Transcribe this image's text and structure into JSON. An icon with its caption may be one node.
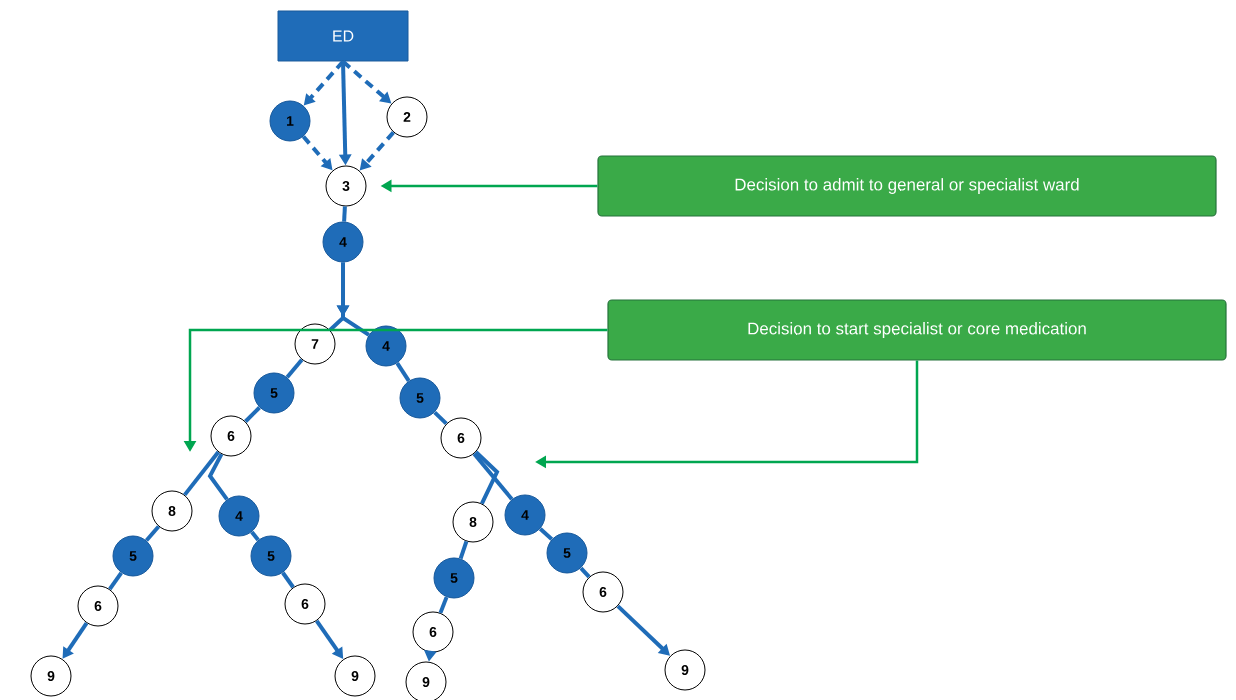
{
  "diagram": {
    "nodes": [
      {
        "text": [
          "ED"
        ]
      },
      {
        "text": [
          "1"
        ]
      },
      {
        "text": [
          "2"
        ]
      },
      {
        "text": [
          "3"
        ]
      },
      {
        "text": [
          "4"
        ]
      },
      {
        "text": [
          "7"
        ]
      },
      {
        "text": [
          "4"
        ]
      },
      {
        "text": [
          "5"
        ]
      },
      {
        "text": [
          "5"
        ]
      },
      {
        "text": [
          "6"
        ]
      },
      {
        "text": [
          "6"
        ]
      },
      {
        "text": [
          "8"
        ]
      },
      {
        "text": [
          "4"
        ]
      },
      {
        "text": [
          "8"
        ]
      },
      {
        "text": [
          "4"
        ]
      },
      {
        "text": [
          "5"
        ]
      },
      {
        "text": [
          "5"
        ]
      },
      {
        "text": [
          "5"
        ]
      },
      {
        "text": [
          "5"
        ]
      },
      {
        "text": [
          "6"
        ]
      },
      {
        "text": [
          "6"
        ]
      },
      {
        "text": [
          "6"
        ]
      },
      {
        "text": [
          "6"
        ]
      },
      {
        "text": [
          "9"
        ]
      },
      {
        "text": [
          "9"
        ]
      },
      {
        "text": [
          "9"
        ]
      },
      {
        "text": [
          "9"
        ]
      },
      {
        "text": [
          "Decision to admit to general or specialist ward"
        ]
      },
      {
        "text": [
          "Decision to start specialist or core medication"
        ]
      }
    ],
    "edges": [
      {
        "from": 0,
        "to": 1,
        "arrow": "to",
        "style": "dashed"
      },
      {
        "from": 0,
        "to": 2,
        "arrow": "to",
        "style": "dashed"
      },
      {
        "from": 0,
        "to": 3,
        "arrow": "to"
      },
      {
        "from": 1,
        "to": 3,
        "arrow": "to",
        "style": "dashed"
      },
      {
        "from": 2,
        "to": 3,
        "arrow": "to",
        "style": "dashed"
      },
      {
        "from": 3,
        "to": 4,
        "arrow": "none"
      },
      {
        "from": 4,
        "to": 5,
        "arrow": "to"
      },
      {
        "from": 4,
        "to": 6,
        "arrow": "to"
      },
      {
        "from": 5,
        "to": 7,
        "arrow": "none"
      },
      {
        "from": 7,
        "to": 9,
        "arrow": "none"
      },
      {
        "from": 6,
        "to": 8,
        "arrow": "none"
      },
      {
        "from": 8,
        "to": 10,
        "arrow": "none"
      },
      {
        "from": 9,
        "to": 11,
        "arrow": "none"
      },
      {
        "from": 9,
        "to": 12,
        "arrow": "none"
      },
      {
        "from": 11,
        "to": 15,
        "arrow": "none"
      },
      {
        "from": 15,
        "to": 19,
        "arrow": "none"
      },
      {
        "from": 19,
        "to": 23,
        "arrow": "to"
      },
      {
        "from": 12,
        "to": 16,
        "arrow": "none"
      },
      {
        "from": 16,
        "to": 20,
        "arrow": "none"
      },
      {
        "from": 20,
        "to": 24,
        "arrow": "to"
      },
      {
        "from": 10,
        "to": 13,
        "arrow": "none"
      },
      {
        "from": 10,
        "to": 14,
        "arrow": "none"
      },
      {
        "from": 13,
        "to": 17,
        "arrow": "none"
      },
      {
        "from": 17,
        "to": 21,
        "arrow": "none"
      },
      {
        "from": 21,
        "to": 25,
        "arrow": "to"
      },
      {
        "from": 14,
        "to": 18,
        "arrow": "none"
      },
      {
        "from": 18,
        "to": 22,
        "arrow": "none"
      },
      {
        "from": 22,
        "to": 26,
        "arrow": "to"
      },
      {
        "from": 27,
        "to": 3,
        "arrow": "to",
        "color": "#00a650"
      },
      {
        "from": 28,
        "to": null,
        "arrow": "to",
        "color": "#00a650"
      },
      {
        "from": 28,
        "to": null,
        "arrow": "to",
        "color": "#00a650"
      }
    ]
  }
}
